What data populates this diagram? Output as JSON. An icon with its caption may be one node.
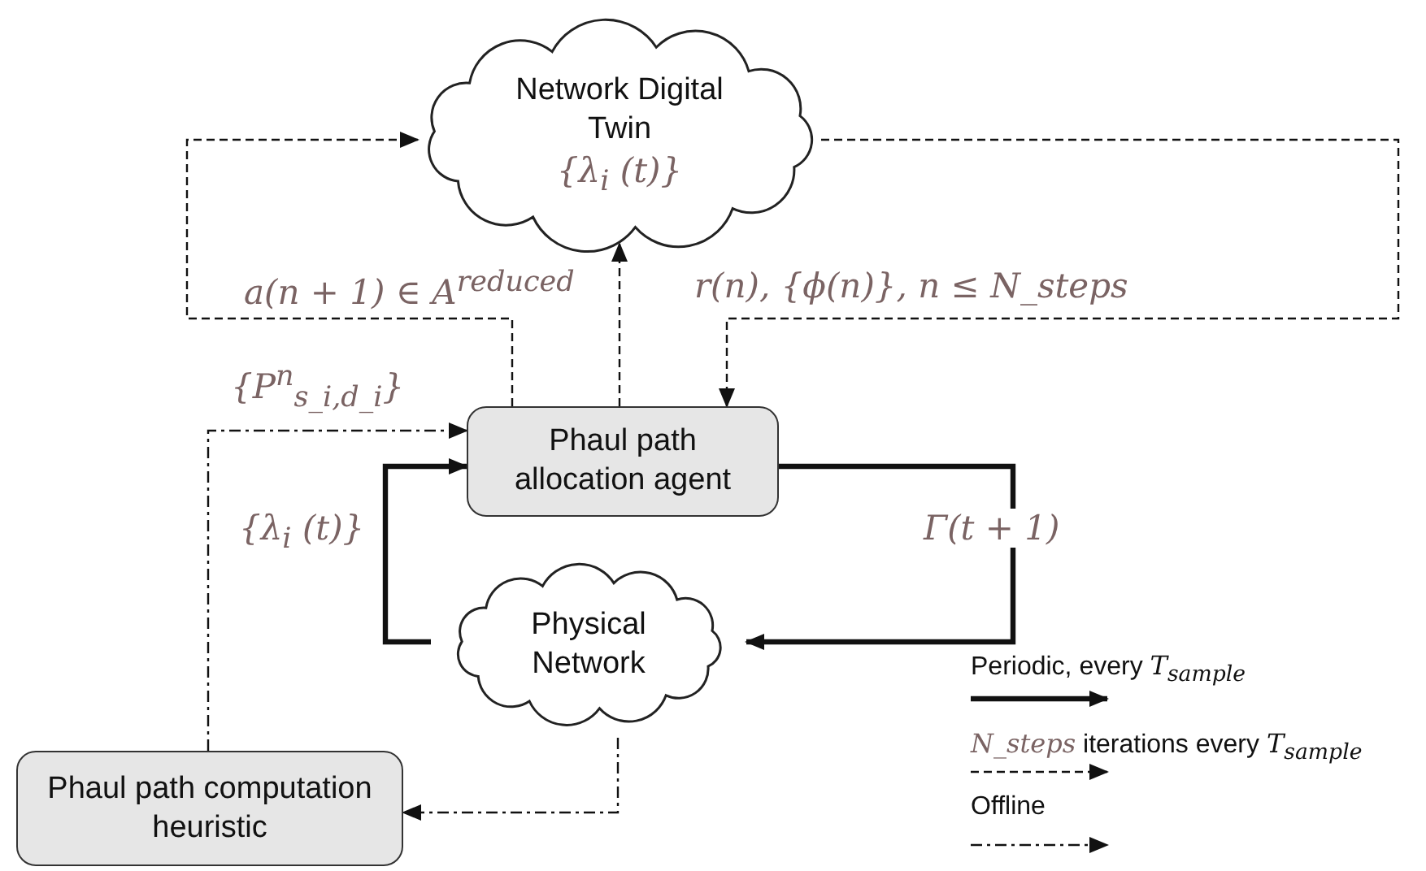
{
  "diagram": {
    "nodes": [
      {
        "text": [
          "Network Digital Twin",
          "{λ$_{i}$ (t)}"
        ]
      },
      {
        "text": [
          "Phaul path allocation agent"
        ]
      },
      {
        "text": [
          "Physical Network"
        ]
      },
      {
        "text": [
          "Phaul path computation heuristic"
        ]
      }
    ],
    "edges": [
      {
        "from": 1,
        "to": 0,
        "arrow": "to",
        "style": "dashed",
        "label": "a(n + 1) ∈ A$^{reduced}$"
      },
      {
        "from": 1,
        "to": 0,
        "arrow": "to",
        "style": "dashed"
      },
      {
        "from": 0,
        "to": 1,
        "arrow": "to",
        "style": "dashed",
        "label": "r(n), {ϕ(n)}, n ≤ N_steps"
      },
      {
        "from": 3,
        "to": 1,
        "arrow": "to",
        "style": "dashed",
        "label": "{P$^{n}$$_{s_i,d_i}$}"
      },
      {
        "from": 2,
        "to": 1,
        "arrow": "to",
        "style": "thick",
        "label": "{λ$_{i}$ (t)}"
      },
      {
        "from": 1,
        "to": 2,
        "arrow": "to",
        "style": "thick",
        "label": "Γ(t + 1)"
      },
      {
        "from": 2,
        "to": 3,
        "arrow": "to",
        "style": "dashed"
      }
    ],
    "legend": [
      {
        "text": "Periodic, every *T*$_{sample}$"
      },
      {
        "text": "*N_steps* iterations every *T*$_{sample}$"
      },
      {
        "text": "Offline"
      }
    ]
  }
}
